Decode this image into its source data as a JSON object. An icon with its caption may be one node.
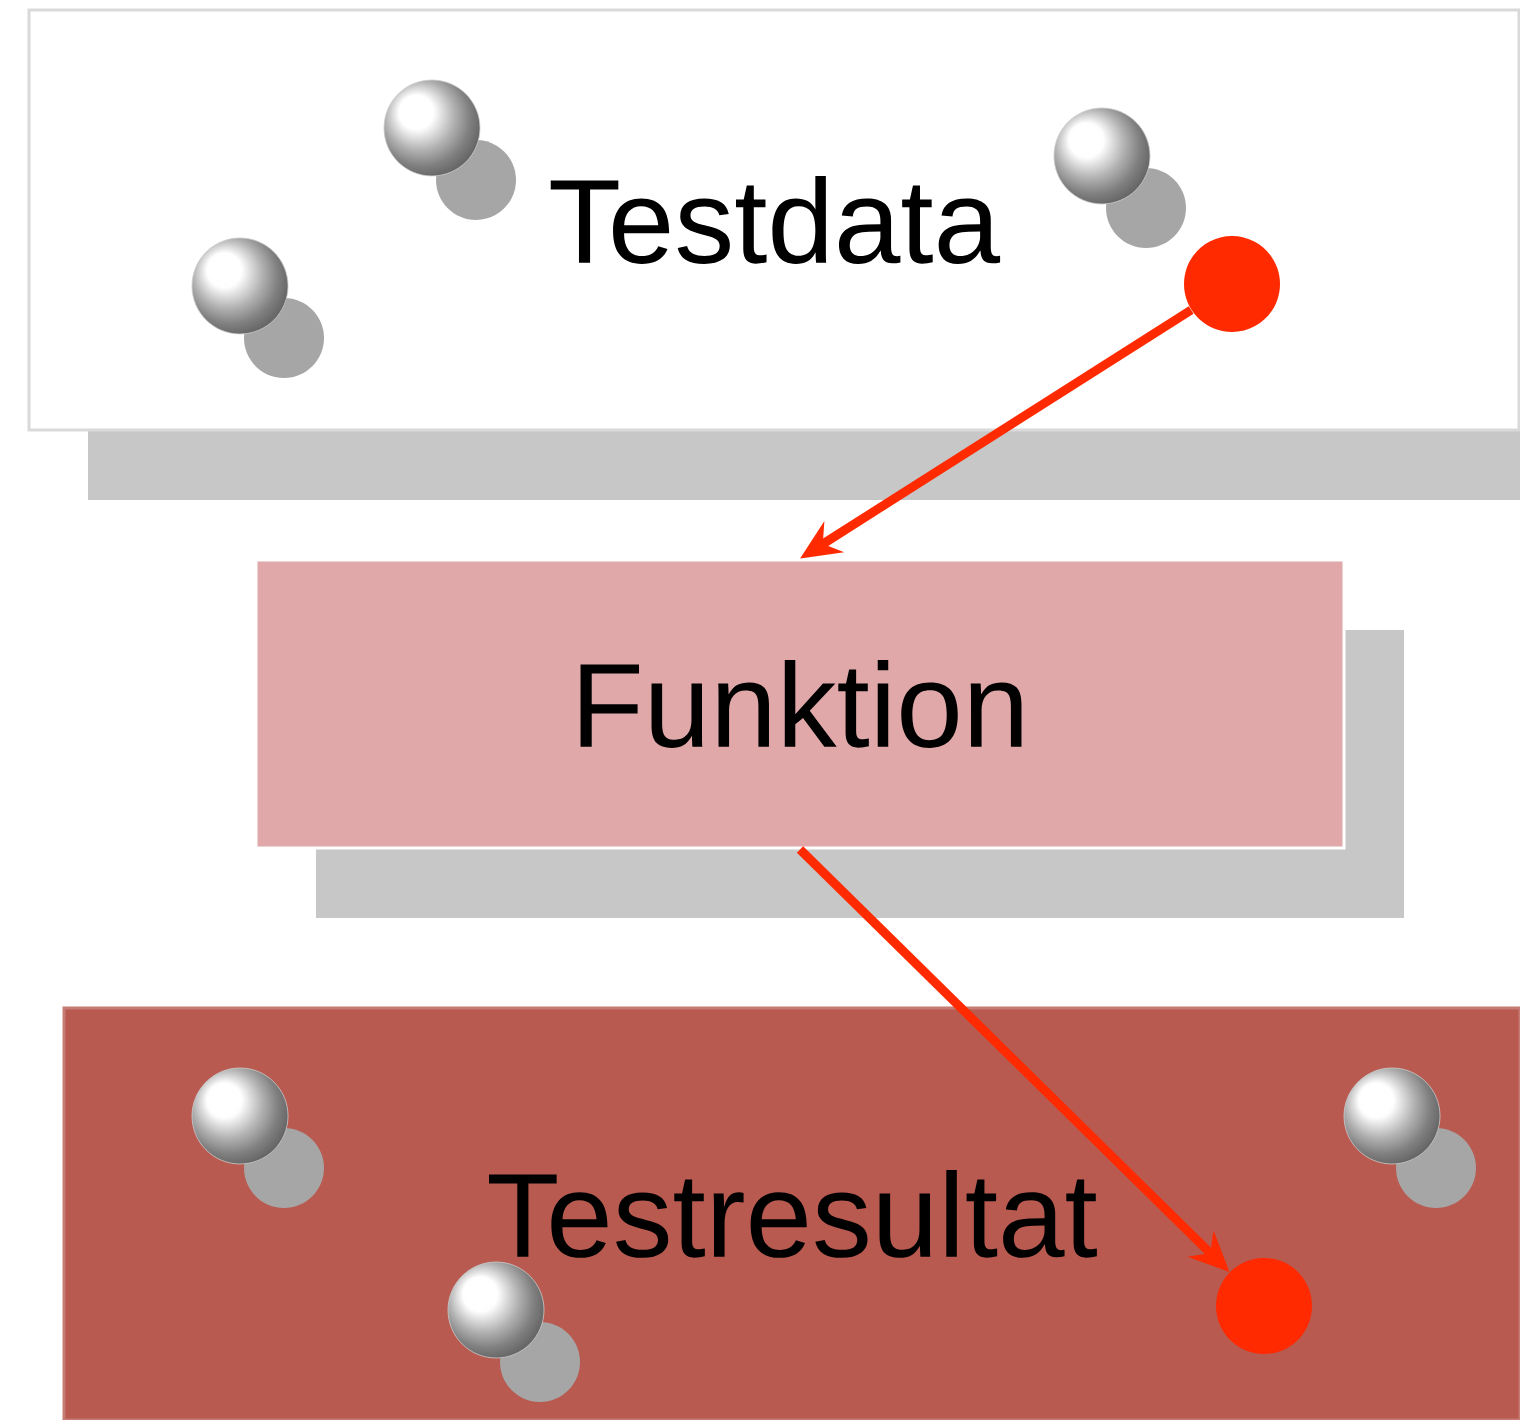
{
  "diagram": {
    "nodes": [
      {
        "text": [
          "Testdata"
        ]
      },
      {
        "text": [
          "Funktion"
        ]
      },
      {
        "text": [
          "Testresultat"
        ]
      },
      {
        "text": [],
        "shape": "circle",
        "in": 0
      },
      {
        "text": [],
        "shape": "circle",
        "in": 2
      }
    ],
    "edges": [
      {
        "from": 3,
        "to": 1,
        "arrow": "to"
      },
      {
        "from": 1,
        "to": 4,
        "arrow": "to"
      }
    ]
  }
}
